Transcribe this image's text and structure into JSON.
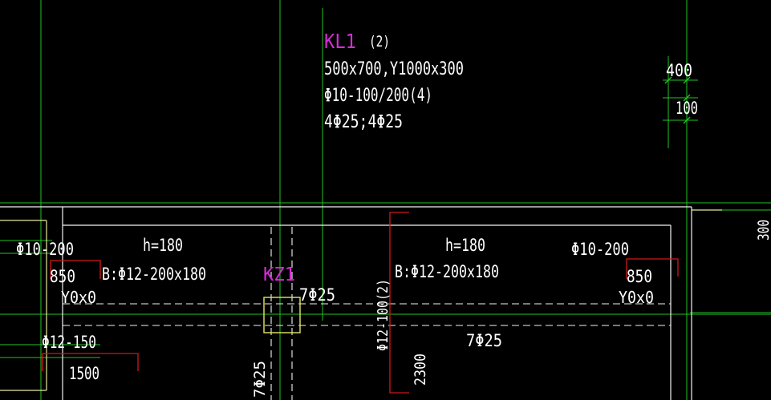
{
  "colors": {
    "background": "#000000",
    "grid_axis": "#22c522",
    "beam_outline": "#ffffff",
    "annotation_text": "#ffffff",
    "member_label": "#d62cd6",
    "column_box": "#e6e66a",
    "rebar_marker": "#d01818",
    "slab_edge": "#e8e8a0"
  },
  "beam_annotation": {
    "name": "KL1",
    "spans": "(2)",
    "section": "500x700,Y1000x300",
    "stirrups": "Φ10-100/200(4)",
    "longitudinal": "4Φ25;4Φ25"
  },
  "dimensions": {
    "top_right_1": "400",
    "top_right_2": "100",
    "right_edge": "300"
  },
  "left_slab": {
    "thickness": "h=180",
    "bottom_rebar": "B:Φ12-200x180",
    "top_rebar_1": "Φ10-200",
    "top_rebar_1_length": "850",
    "haunch": "Y0x0",
    "top_rebar_2": "Φ12-150",
    "top_rebar_2_length": "1500"
  },
  "right_slab": {
    "thickness": "h=180",
    "bottom_rebar": "B:Φ12-200x180",
    "top_rebar": "Φ10-200",
    "top_rebar_length": "850",
    "haunch": "Y0x0"
  },
  "column": {
    "name": "KZ1",
    "rebar_right": "7Φ25",
    "rebar_bottom": "7Φ25"
  },
  "beam_rebar": {
    "bottom_bars": "7Φ25",
    "stirrup_vertical": "Φ12-100(2)",
    "support_length": "2300"
  }
}
